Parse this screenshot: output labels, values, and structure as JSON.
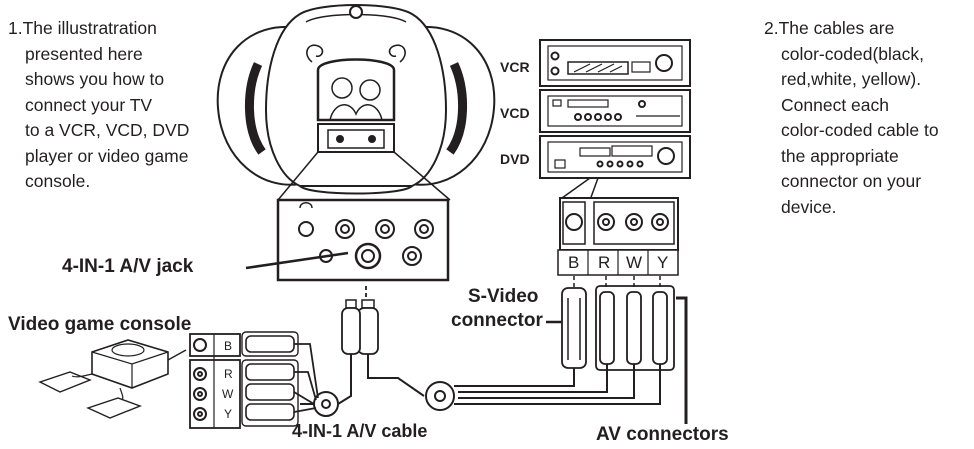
{
  "left_note": {
    "lines": [
      "1.The illustratration",
      "presented here",
      "shows you how to",
      "connect your TV",
      "to a VCR, VCD, DVD",
      "player or video game",
      "console."
    ]
  },
  "right_note": {
    "lines": [
      "2.The cables are",
      "color-coded(black,",
      "red,white, yellow).",
      "Connect each",
      "color-coded cable to",
      "the appropriate",
      "connector on your",
      "device."
    ]
  },
  "callouts": {
    "jack": "4-IN-1 A/V jack",
    "console": "Video game console",
    "svideo_line1": "S-Video",
    "svideo_line2": "connector",
    "cable": "4-IN-1 A/V cable",
    "av_connectors": "AV connectors"
  },
  "devices": {
    "vcr": "VCR",
    "vcd": "VCD",
    "dvd": "DVD"
  },
  "connector_letters": [
    "B",
    "R",
    "W",
    "Y"
  ],
  "icons": [
    "tv-set",
    "headphone-jack-icon",
    "power-jack-icon",
    "antenna-icon",
    "game-console-icon",
    "gamepad-icon"
  ]
}
